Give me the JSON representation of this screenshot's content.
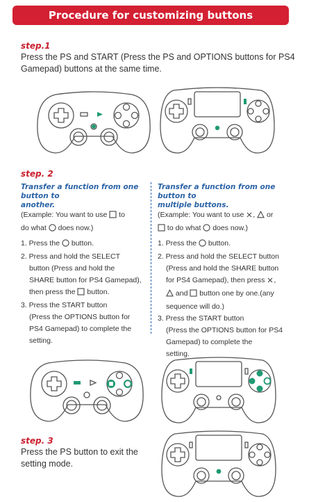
{
  "banner": {
    "title": "Procedure for customizing buttons",
    "color": "#d32032"
  },
  "step1": {
    "label": "step.1",
    "text_line1": "Press the PS and START (Press the PS and OPTIONS buttons for PS4",
    "text_line2": "Gamepad) buttons at the same time."
  },
  "step2": {
    "label": "step. 2",
    "left": {
      "heading_line1": "Transfer a function from one button to",
      "heading_line2": "another.",
      "example_a": "(Example: You want to use ",
      "example_b": " to",
      "example_c": "do what ",
      "example_d": " does now.)",
      "item1_a": "1. Press the ",
      "item1_b": " button.",
      "item2_line1": "2. Press and hold the SELECT",
      "item2_line2": "button (Press and hold the",
      "item2_line3": "SHARE button for PS4 Gamepad),",
      "item2_line4a": "then press the ",
      "item2_line4b": " button.",
      "item3_line1": "3. Press the START button",
      "item3_line2": "(Press the OPTIONS button for",
      "item3_line3": "PS4 Gamepad) to complete the",
      "item3_line4": "setting."
    },
    "right": {
      "heading_line1": "Transfer a function from one button to",
      "heading_line2": "multiple buttons.",
      "example_a": "(Example: You want to use ",
      "example_b": ", ",
      "example_c": " or",
      "example_d": " to do what ",
      "example_e": " does now.)",
      "item1_a": "1. Press the ",
      "item1_b": " button.",
      "item2_line1": "2. Press and hold the SELECT button",
      "item2_line2": "(Press and hold the SHARE button",
      "item2_line3a": "for PS4 Gamepad), then press ",
      "item2_line3b": ",",
      "item2_line4a": "",
      "item2_line4b": " and ",
      "item2_line4c": " button one by one.(any",
      "item2_line5": "sequence will do.)",
      "item3_line1": "3. Press the START button",
      "item3_line2": "(Press the OPTIONS button for PS4",
      "item3_line3": "Gamepad) to complete the",
      "item3_line4": "setting."
    }
  },
  "step3": {
    "label": "step. 3",
    "text_line1": "Press the PS button to exit the",
    "text_line2": "setting mode."
  },
  "colors": {
    "accent_red": "#c9212f",
    "accent_blue": "#2b63a6",
    "highlight_green": "#1f9a74"
  }
}
